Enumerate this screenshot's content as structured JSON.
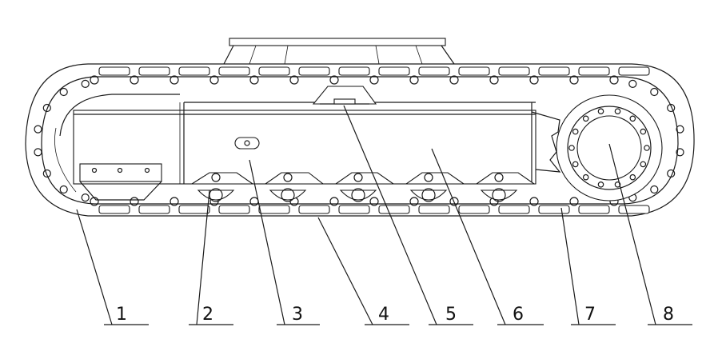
{
  "drawing": {
    "title": "",
    "line_color": "#1a1a1a",
    "background": "#ffffff"
  },
  "callouts": [
    {
      "id": "1",
      "label": "1"
    },
    {
      "id": "2",
      "label": "2"
    },
    {
      "id": "3",
      "label": "3"
    },
    {
      "id": "4",
      "label": "4"
    },
    {
      "id": "5",
      "label": "5"
    },
    {
      "id": "6",
      "label": "6"
    },
    {
      "id": "7",
      "label": "7"
    },
    {
      "id": "8",
      "label": "8"
    }
  ]
}
